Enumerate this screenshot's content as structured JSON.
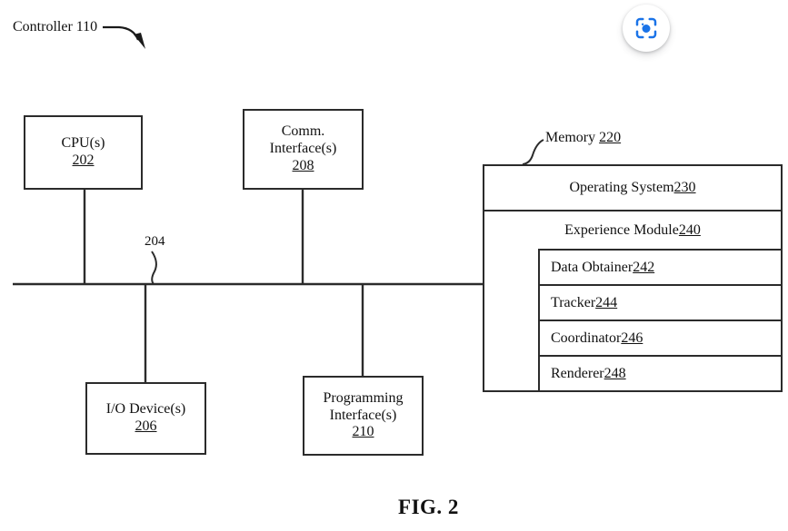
{
  "figure": {
    "caption": "FIG. 2",
    "controller_label": {
      "text": "Controller 110",
      "name": "Controller",
      "ref": "110"
    },
    "bus_label": {
      "ref": "204"
    },
    "memory_label": {
      "text": "Memory ",
      "ref": "220"
    }
  },
  "boxes": {
    "cpu": {
      "line1": "CPU(s)",
      "ref": "202"
    },
    "comm_interface": {
      "line1": "Comm.",
      "line2": "Interface(s)",
      "ref": "208"
    },
    "io_device": {
      "line1": "I/O Device(s)",
      "ref": "206"
    },
    "programming_interface": {
      "line1": "Programming",
      "line2": "Interface(s)",
      "ref": "210"
    }
  },
  "memory": {
    "operating_system": {
      "text": "Operating System ",
      "ref": "230"
    },
    "experience_module": {
      "text": "Experience Module ",
      "ref": "240",
      "submodules": [
        {
          "text": "Data Obtainer ",
          "ref": "242"
        },
        {
          "text": "Tracker ",
          "ref": "244"
        },
        {
          "text": "Coordinator ",
          "ref": "246"
        },
        {
          "text": "Renderer ",
          "ref": "248"
        }
      ]
    }
  },
  "toolbar": {
    "lens_button": {
      "icon": "lens-scan-icon",
      "accent_color": "#1a73e8"
    }
  },
  "colors": {
    "background": "#ffffff",
    "ink": "#2b2b2b",
    "accent": "#1a73e8"
  }
}
